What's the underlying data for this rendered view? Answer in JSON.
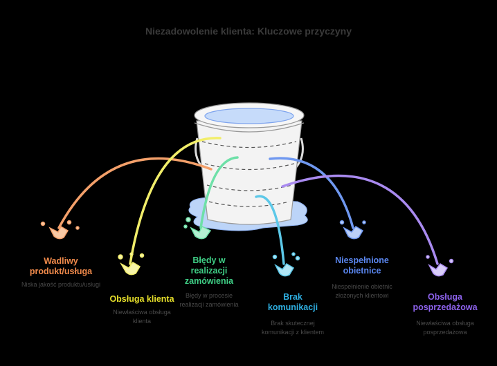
{
  "title": "Niezadowolenie klienta: Kluczowe przyczyny",
  "colors": {
    "orange": "#f4a06a",
    "yellow": "#f2ee6a",
    "green": "#6ee0a8",
    "cyan": "#5cc8e8",
    "blue": "#6f98f0",
    "purple": "#a98af0"
  },
  "causes": [
    {
      "label": "Wadliwy produkt/usługa",
      "desc": "Niska jakość produktu/usługi",
      "color": "#f08a4b"
    },
    {
      "label": "Obsługa klienta",
      "desc": "Niewłaściwa obsługa klienta",
      "color": "#e6df2a"
    },
    {
      "label": "Błędy w realizacji zamówienia",
      "desc": "Błędy w procesie realizacji zamówienia",
      "color": "#3fcf86"
    },
    {
      "label": "Brak komunikacji",
      "desc": "Brak skutecznej komunikacji z klientem",
      "color": "#2eaee0"
    },
    {
      "label": "Niespełnione obietnice",
      "desc": "Niespełnienie obietnic złożonych klientowi",
      "color": "#5a86ef"
    },
    {
      "label": "Obsługa posprzedażowa",
      "desc": "Niewłaściwa obsługa posprzedażowa",
      "color": "#8d62ec"
    }
  ]
}
